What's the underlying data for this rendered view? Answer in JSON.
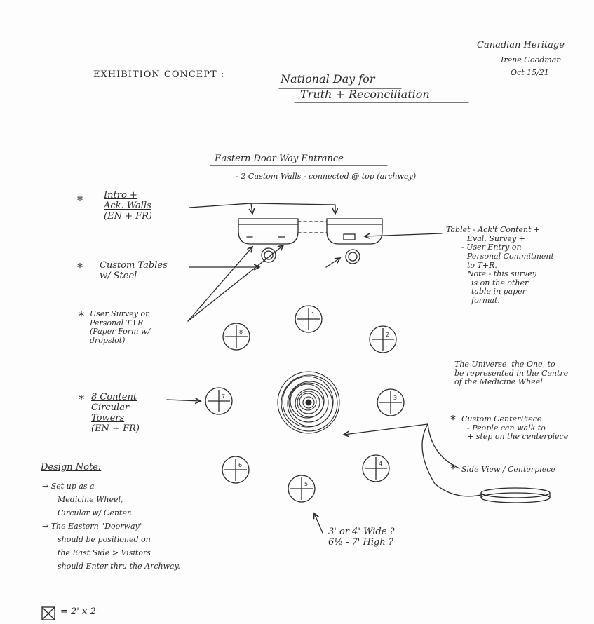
{
  "header": {
    "exhibition_label": "EXHIBITION CONCEPT :",
    "title_line1": "National Day for",
    "title_line2": "Truth + Reconciliation",
    "org": "Canadian Heritage",
    "author": "Irene Goodman",
    "date": "Oct 15/21"
  },
  "entrance": {
    "title": "Eastern Door Way Entrance",
    "subtitle": "- 2 Custom Walls - connected @ top (archway)"
  },
  "left_notes": {
    "intro_walls": [
      "Intro +",
      "Ack. Walls",
      "(EN + FR)"
    ],
    "custom_tables": [
      "Custom Tables",
      "w/ Steel"
    ],
    "user_survey": [
      "User Survey on",
      "Personal T+R",
      "(Paper Form w/",
      "dropslot)"
    ],
    "content_towers": [
      "8 Content",
      "Circular",
      "Towers",
      "(EN + FR)"
    ]
  },
  "right_notes": {
    "tablet": [
      "Tablet - Ack't Content +",
      "Eval. Survey +",
      "- User Entry on",
      "Personal Commitment",
      "to T+R.",
      "Note - this survey",
      "is on the other",
      "table in paper",
      "format."
    ],
    "universe": [
      "The Universe, the One, to",
      "be represented in the Centre",
      "of the Medicine Wheel."
    ],
    "centerpiece": [
      "Custom CenterPiece",
      "- People can walk to",
      "+ step on the centerpiece"
    ],
    "side_view": "Side View / Centerpiece"
  },
  "towers": [
    "1",
    "2",
    "3",
    "4",
    "5",
    "6",
    "7",
    "8"
  ],
  "design_note": {
    "title": "Design Note:",
    "lines": [
      "→ Set up as a",
      "Medicine Wheel,",
      "Circular w/ Center.",
      "→ The Eastern \"Doorway\"",
      "should be positioned on",
      "the East Side > Visitors",
      "should Enter thru the Archway."
    ]
  },
  "dimensions": [
    "3' or 4' Wide ?",
    "6½ - 7' High ?"
  ],
  "legend": "= 2' x 2'"
}
